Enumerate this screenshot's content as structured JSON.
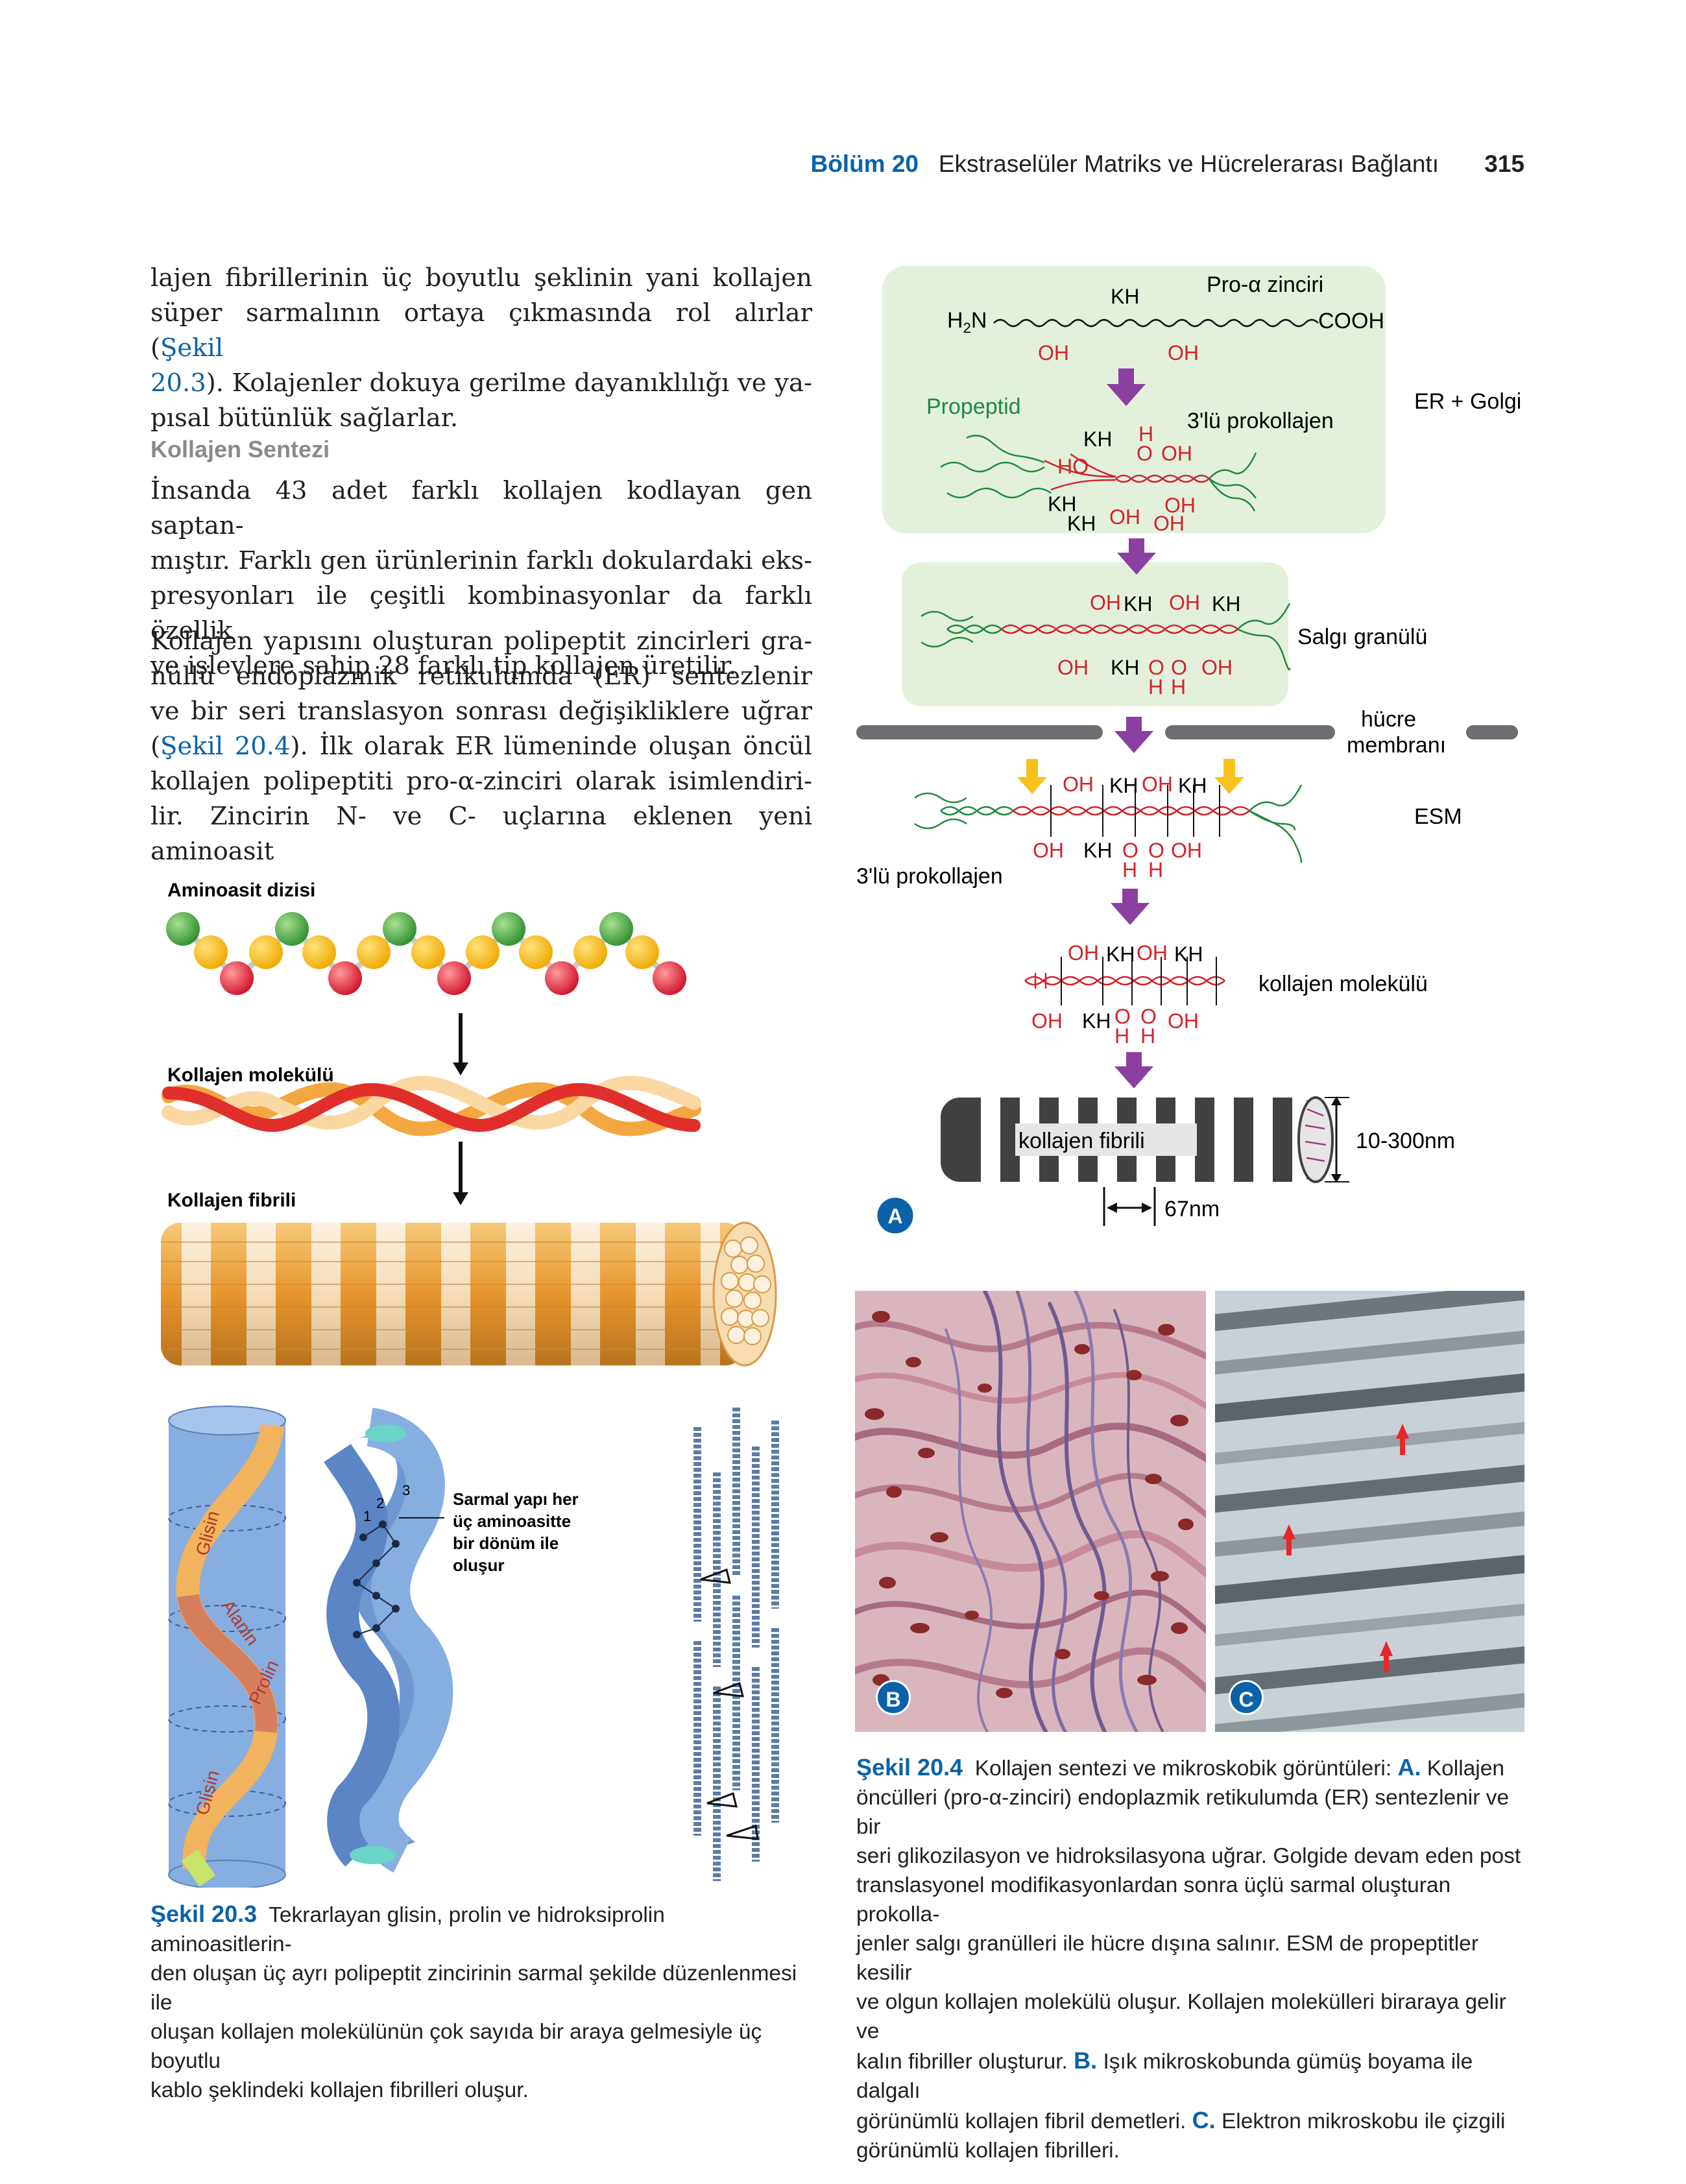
{
  "header": {
    "chapter": "Bölüm 20",
    "title": "Ekstraselüler Matriks ve Hücrelerarası Bağlantı",
    "page_number": "315"
  },
  "left_column": {
    "para1_lines": [
      "lajen fibrillerinin üç boyutlu şeklinin yani kollajen",
      "süper sarmalının ortaya çıkmasında rol alırlar (Şekil",
      "20.3). Kolajenler dokuya gerilme dayanıklılığı ve ya-",
      "pısal bütünlük sağlarlar."
    ],
    "subheading": "Kollajen Sentezi",
    "para2_lines": [
      "İnsanda 43 adet farklı kollajen kodlayan gen saptan-",
      "mıştır. Farklı gen ürünlerinin farklı dokulardaki eks-",
      "presyonları ile çeşitli kombinasyonlar da farklı özellik",
      "ve işlevlere sahip 28 farklı tip kollajen üretilir."
    ],
    "para3_lines": [
      "Kollajen yapısını oluşturan polipeptit zincirleri gra-",
      "nüllü endoplazmik retikulumda (ER) sentezlenir",
      "ve bir seri translasyon sonrası değişikliklere uğrar",
      "(Şekil 20.4). İlk olarak ER lümeninde oluşan öncül",
      "kollajen polipeptiti pro-α-zinciri olarak isimlendiri-",
      "lir. Zincirin N- ve C- uçlarına eklenen yeni aminoasit"
    ],
    "fig_ref_1": "Şekil 20.3",
    "fig_ref_2": "Şekil 20.4"
  },
  "figure_20_3": {
    "labels": {
      "aa_sequence": "Aminoasit dizisi",
      "collagen_molecule": "Kollajen molekülü",
      "collagen_fibril": "Kollajen fibrili",
      "glisin_1": "Glisin",
      "alanin": "Alanin",
      "prolin": "Prolin",
      "glisin_2": "Glisin",
      "helix_note_1": "Sarmal yapı her",
      "helix_note_2": "üç aminoasitte",
      "helix_note_3": "bir dönüm ile",
      "helix_note_4": "oluşur",
      "n1": "1",
      "n2": "2",
      "n3": "3"
    },
    "caption_label": "Şekil 20.3",
    "caption_lines": [
      "Tekrarlayan glisin, prolin ve hidroksiprolin aminoasitlerin-",
      "den oluşan üç ayrı polipeptit zincirinin sarmal şekilde düzenlenmesi ile",
      "oluşan kollajen molekülünün çok sayıda bir araya gelmesiyle üç boyutlu",
      "kablo şeklindeki kollajen fibrilleri oluşur."
    ]
  },
  "figure_20_4": {
    "diagram": {
      "pro_alpha": "Pro-α zinciri",
      "kh": "KH",
      "h2n": "H",
      "h2n_sub": "2",
      "h2n_n": "N",
      "cooh": "COOH",
      "oh": "OH",
      "ho": "HO",
      "o": "O",
      "h": "H",
      "propeptid": "Propeptid",
      "triple_procollagen": "3'lü prokollajen",
      "er_golgi": "ER + Golgi",
      "secretory_granule": "Salgı granülü",
      "cell_membrane_1": "hücre",
      "cell_membrane_2": "membranı",
      "esm": "ESM",
      "triple_procollagen_2": "3'lü prokollajen",
      "collagen_molecule": "kollajen molekülü",
      "collagen_fibril": "kollajen fibrili",
      "diameter": "10-300nm",
      "period": "67nm",
      "panel_a": "A"
    },
    "panel_b": "B",
    "panel_c": "C",
    "caption_label": "Şekil 20.4",
    "caption_lines": [
      "Kollajen sentezi ve mikroskobik görüntüleri:",
      "öncülleri (pro-α-zinciri) endoplazmik retikulumda (ER) sentezlenir ve bir",
      "seri glikozilasyon ve hidroksilasyona uğrar. Golgide devam eden post",
      "translasyonel modifikasyonlardan sonra üçlü sarmal oluşturan prokolla-",
      "jenler salgı granülleri ile hücre dışına salınır. ESM de propeptitler kesilir",
      "ve olgun kollajen molekülü oluşur. Kollajen molekülleri biraraya gelir ve",
      "kalın fibriller oluşturur.",
      "Işık mikroskobunda gümüş boyama ile dalgalı",
      "görünümlü kollajen fibril demetleri.",
      "Elektron mikroskobu ile çizgili",
      "görünümlü kollajen fibrilleri."
    ],
    "caption_a": "A.",
    "caption_a_tail": "Kollajen",
    "caption_b": "B.",
    "caption_c": "C."
  },
  "colors": {
    "accent_blue": "#0b62a8",
    "arrow_purple": "#8b3fa0",
    "hydroxyl_red": "#d2232a",
    "propeptide_green": "#1e8a3c",
    "box_green": "#e3f1dc"
  }
}
